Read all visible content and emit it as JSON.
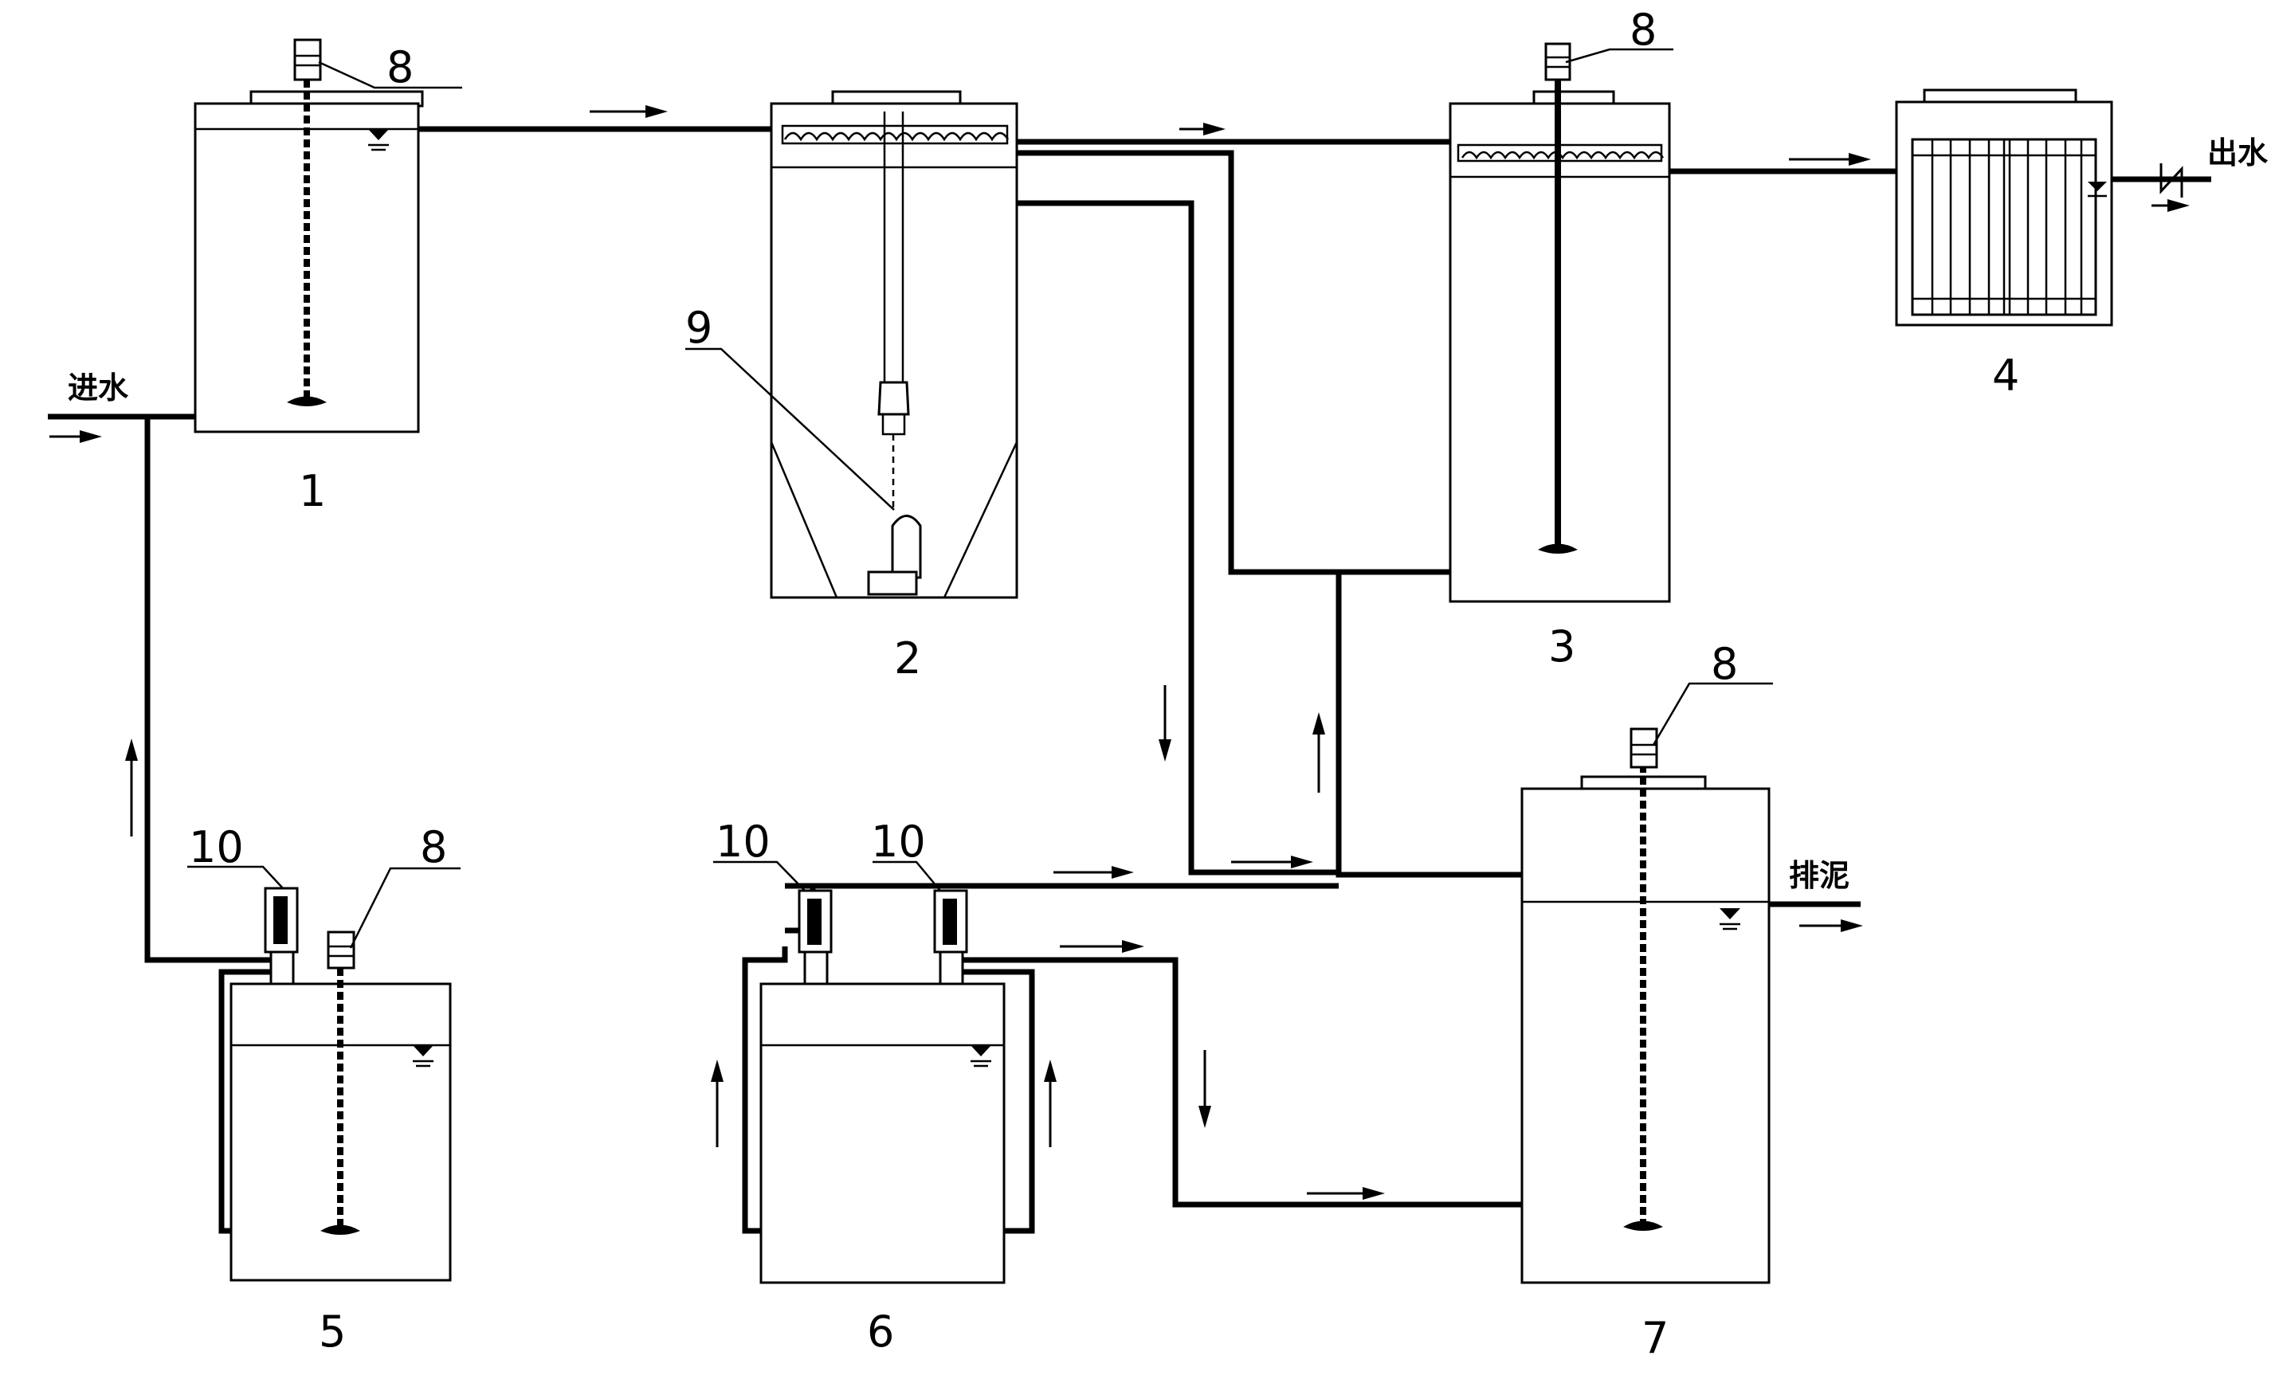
{
  "labels": {
    "inlet": "进水",
    "outlet": "出水",
    "sludge_discharge": "排泥"
  },
  "units": {
    "u1": "1",
    "u2": "2",
    "u3": "3",
    "u4": "4",
    "u5": "5",
    "u6": "6",
    "u7": "7"
  },
  "components": {
    "mixer": "8",
    "submersible_pump": "9",
    "dosing_pump": "10"
  }
}
